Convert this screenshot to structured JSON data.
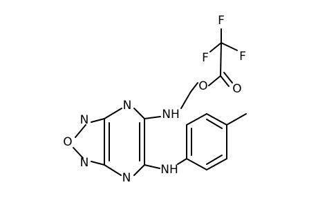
{
  "molecule": {
    "atoms": {
      "n_ring1": "N",
      "o_ring": "O",
      "n_ring2": "N",
      "n_pyr_top": "N",
      "n_pyr_bottom": "N",
      "nh_top": "NH",
      "nh_bottom": "NH",
      "o_ester": "O",
      "o_carbonyl": "O",
      "f_left": "F",
      "f_top": "F",
      "f_right": "F"
    }
  }
}
